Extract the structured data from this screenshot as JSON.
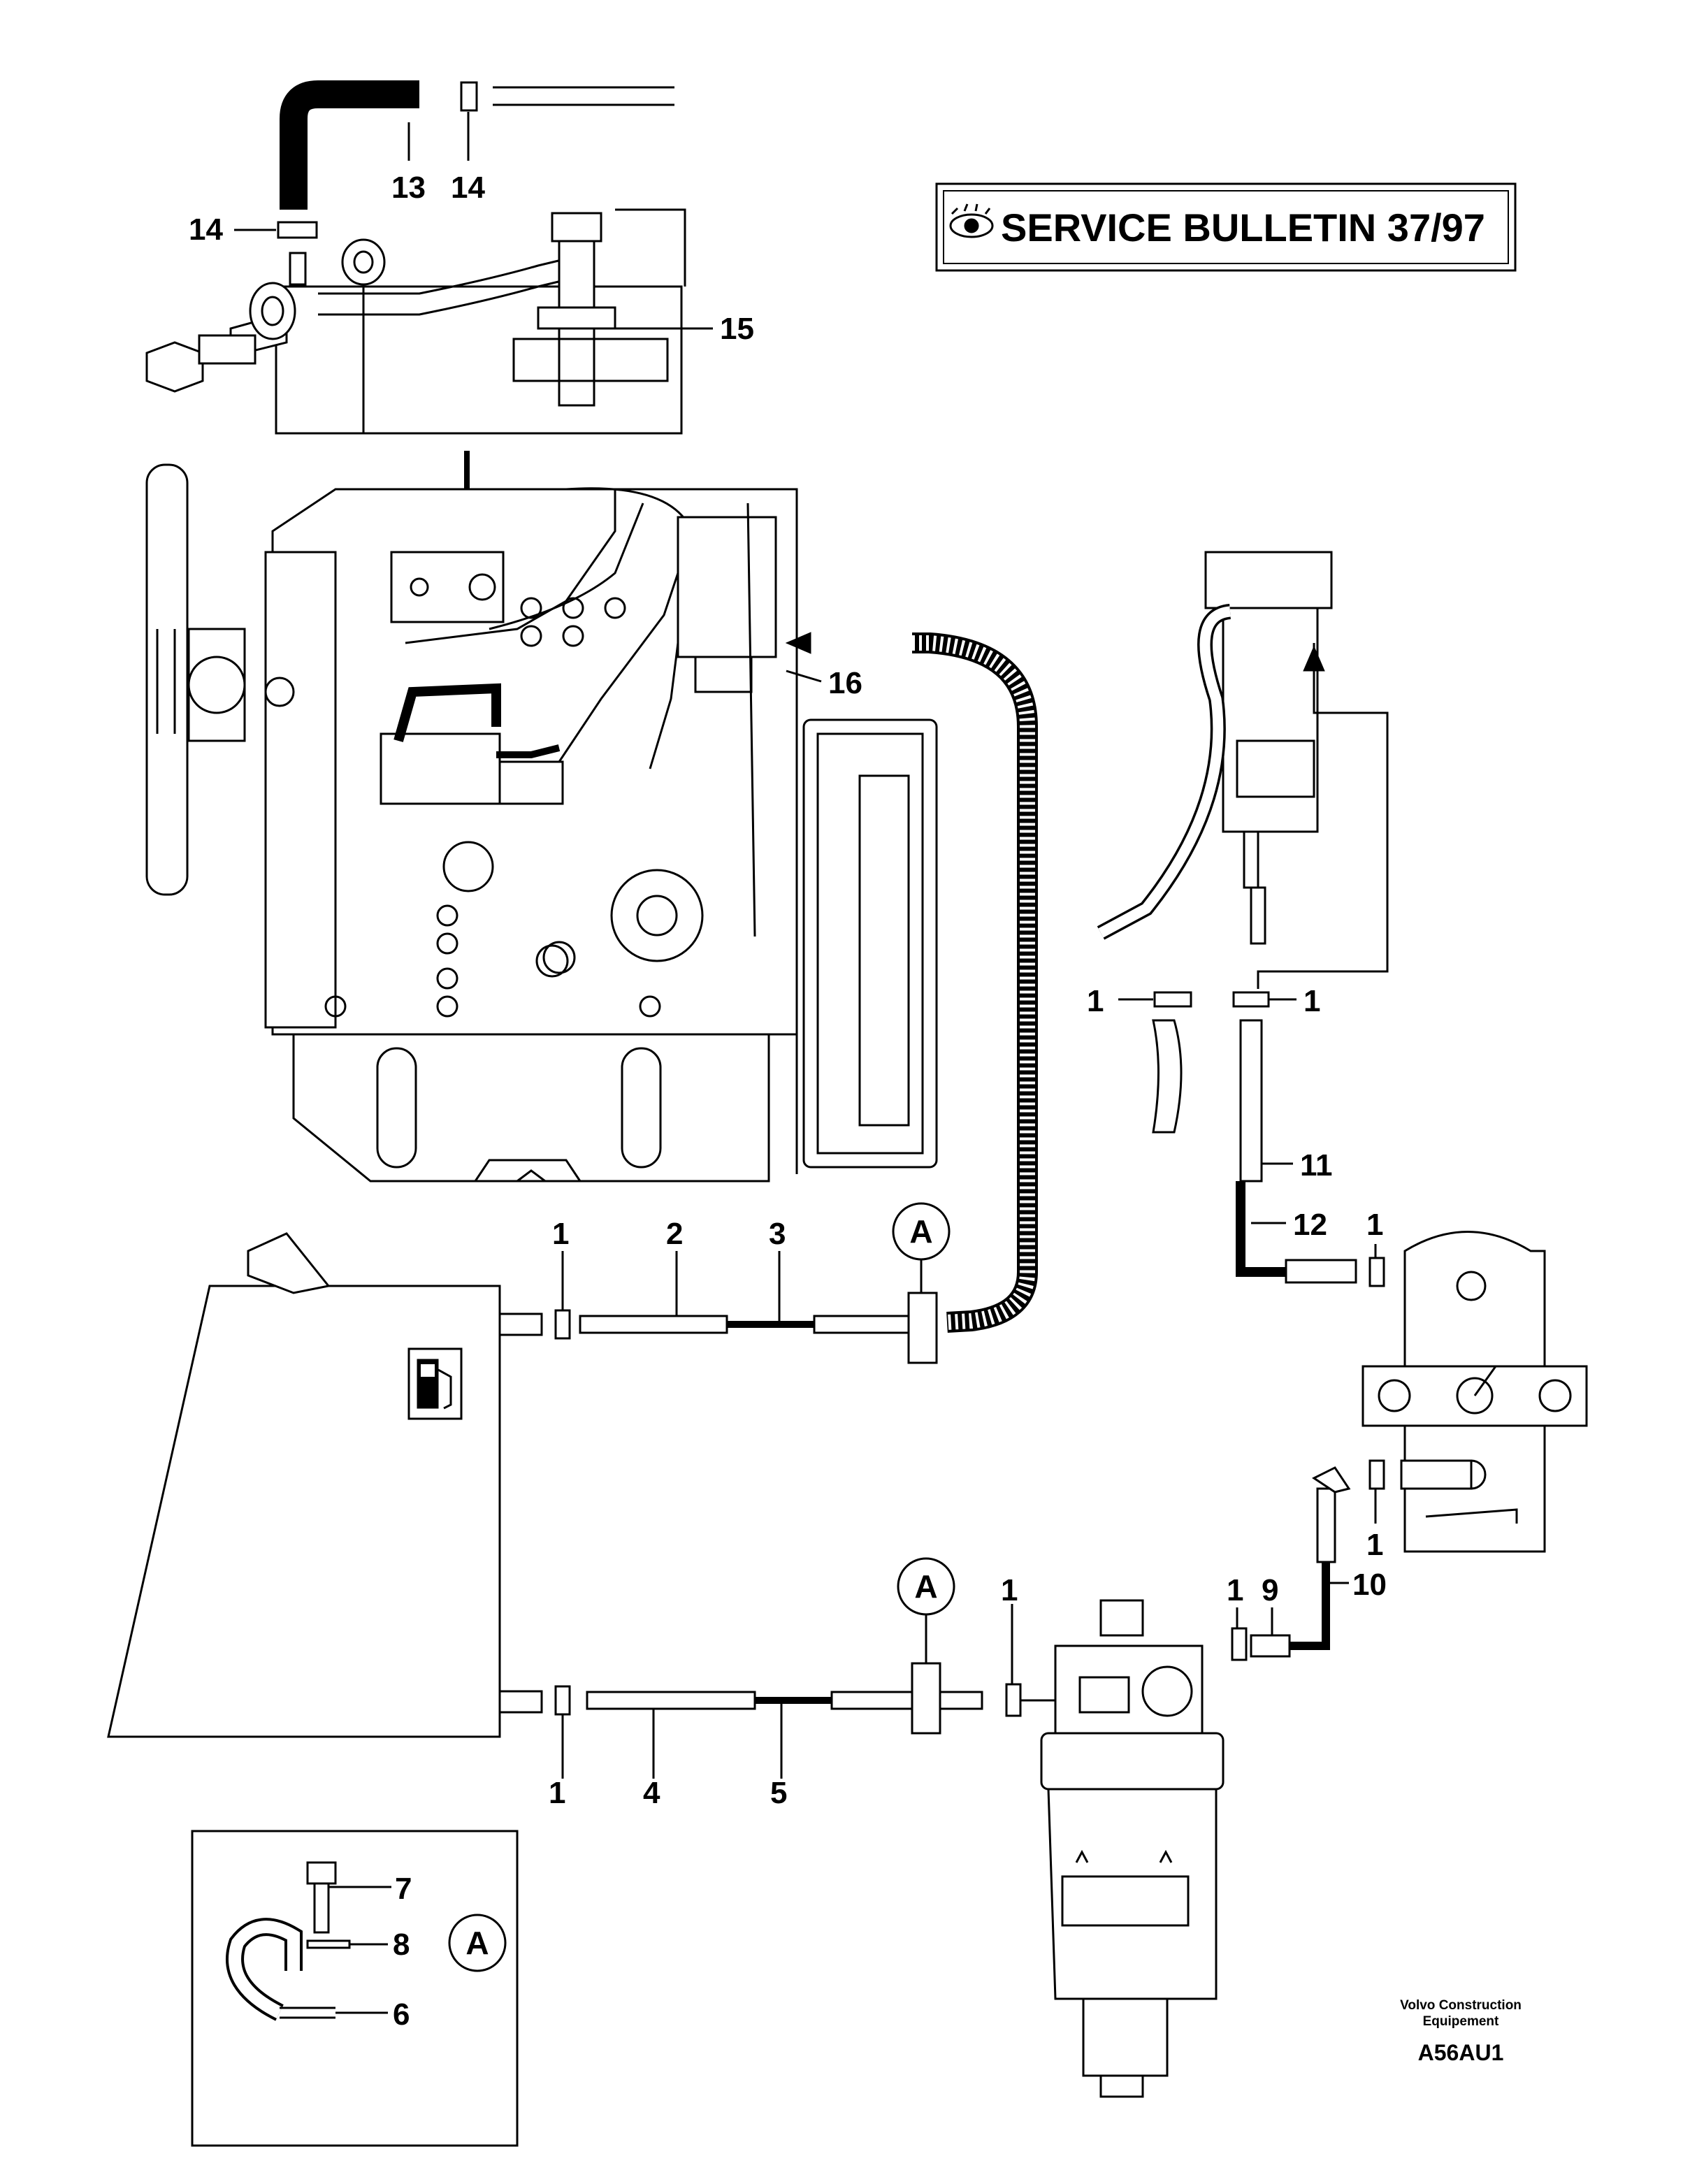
{
  "bulletin": {
    "eye_icon": "eye-icon",
    "text": "SERVICE BULLETIN 37/97"
  },
  "labels": {
    "l13": "13",
    "l14a": "14",
    "l14b": "14",
    "l15": "15",
    "l16": "16",
    "l1_tl": "1",
    "l1_tr": "1",
    "l11": "11",
    "l12": "12",
    "l1_r1": "1",
    "l1_up": "1",
    "l2": "2",
    "l3": "3",
    "l1_r2": "1",
    "l1_lm": "1",
    "l9": "9",
    "l10": "10",
    "l1_m": "1",
    "l1_low": "1",
    "l4": "4",
    "l5": "5",
    "l7": "7",
    "l8": "8",
    "l6": "6"
  },
  "callouts": {
    "a_upper": "A",
    "a_lower": "A",
    "a_detail": "A"
  },
  "footer": {
    "brand_line1": "Volvo Construction",
    "brand_line2": "Equipement",
    "code": "A56AU1"
  },
  "icons": [
    "eye-icon",
    "fuel-pump-icon",
    "arrow-down-icon",
    "arrow-up-icon",
    "arrow-left-icon"
  ]
}
